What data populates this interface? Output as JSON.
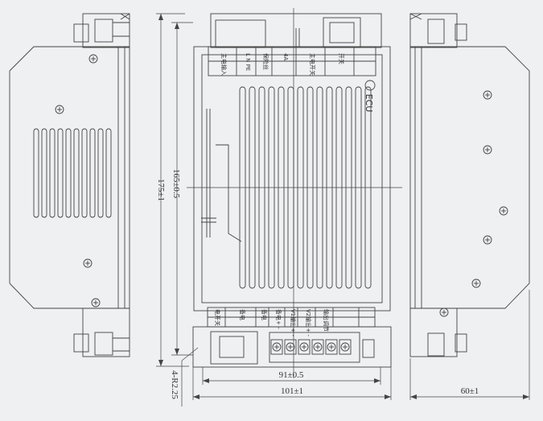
{
  "dimensions": {
    "inner_height": "165±0.5",
    "outer_height": "175±1",
    "inner_width": "91±0.5",
    "outer_width": "101±1",
    "depth": "60±1",
    "hole_radius": "4-R2.25"
  },
  "front_panel": {
    "brand_text": "ECU",
    "top_label_columns": [
      "主电输入",
      "L N PE",
      "保险丝",
      "4A",
      "主电开关",
      "开关"
    ],
    "bottom_label_columns": [
      "电开关",
      "备电",
      "备电",
      "备电+ -",
      "V1输出+ -",
      "V2输出+ -",
      "输出调节"
    ]
  },
  "colors": {
    "background": "#eef0f2",
    "line": "#444444"
  }
}
